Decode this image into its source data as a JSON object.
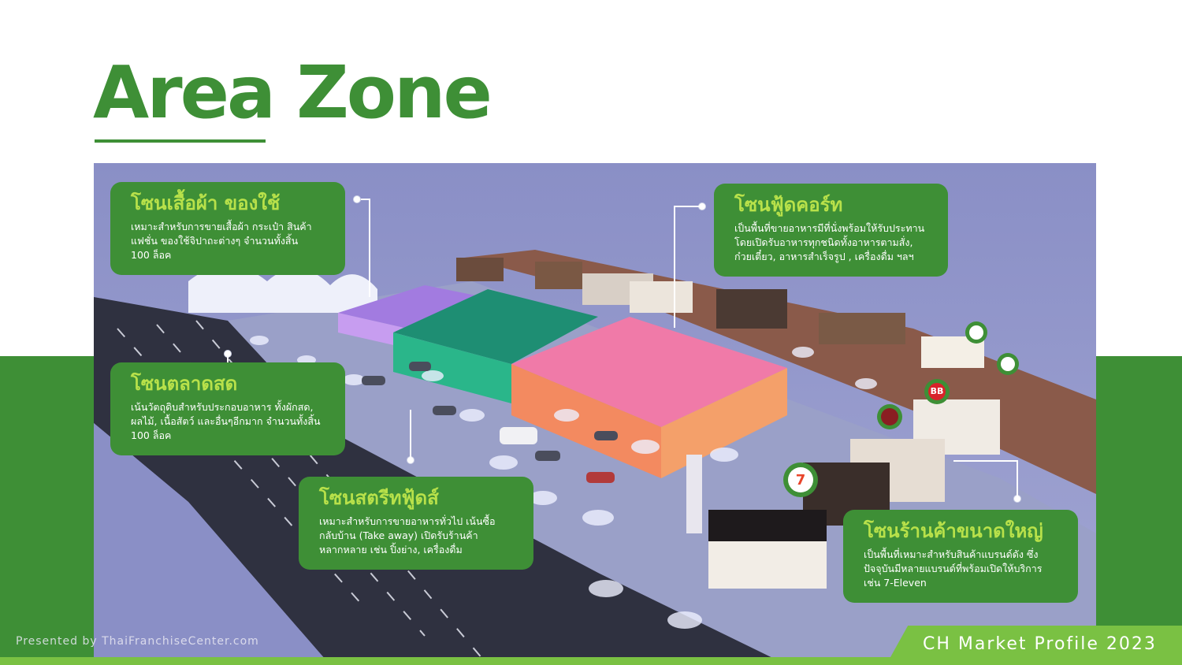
{
  "header": {
    "title": "Area Zone"
  },
  "zones": [
    {
      "title": "โซนเสื้อผ้า ของใช้",
      "text": "เหมาะสำหรับการขายเสื้อผ้า กระเป๋า สินค้า\nแฟชั่น ของใช้จิปาถะต่างๆ จำนวนทั้งสิ้น\n100 ล็อค"
    },
    {
      "title": "โซนฟู้ดคอร์ท",
      "text": "เป็นพื้นที่ขายอาหารมีที่นั่งพร้อมให้รับประทาน\nโดยเปิดรับอาหารทุกชนิดทั้งอาหารตามสั่ง,\nก๋วยเตี๋ยว, อาหารสำเร็จรูป , เครื่องดื่ม ฯลฯ"
    },
    {
      "title": "โซนตลาดสด",
      "text": "เน้นวัตถุดิบสำหรับประกอบอาหาร ทั้งผักสด,\nผลไม้, เนื้อสัตว์ และอื่นๆอีกมาก จำนวนทั้งสิ้น\n100 ล็อค"
    },
    {
      "title": "โซนสตรีทฟู้ดส์",
      "text": "เหมาะสำหรับการขายอาหารทั่วไป เน้นซื้อ\nกลับบ้าน (Take away) เปิดรับร้านค้า\nหลากหลาย เช่น ปิ้งย่าง, เครื่องดื่ม"
    },
    {
      "title": "โซนร้านค้าขนาดใหญ่",
      "text": "เป็นพื้นที่เหมาะสำหรับสินค้าแบรนด์ดัง ซึ่ง\nปัจจุบันมีหลายแบรนด์ที่พร้อมเปิดให้บริการ\nเช่น 7-Eleven"
    }
  ],
  "pins": {
    "bb": "BB",
    "seven": "7"
  },
  "footer": {
    "left": "Presented by ThaiFranchiseCenter.com",
    "right": "CH Market Profile 2023"
  },
  "colors": {
    "brand_green": "#3e8f36",
    "accent_lime": "#b8e14a",
    "strip_lime": "#7ac143"
  }
}
